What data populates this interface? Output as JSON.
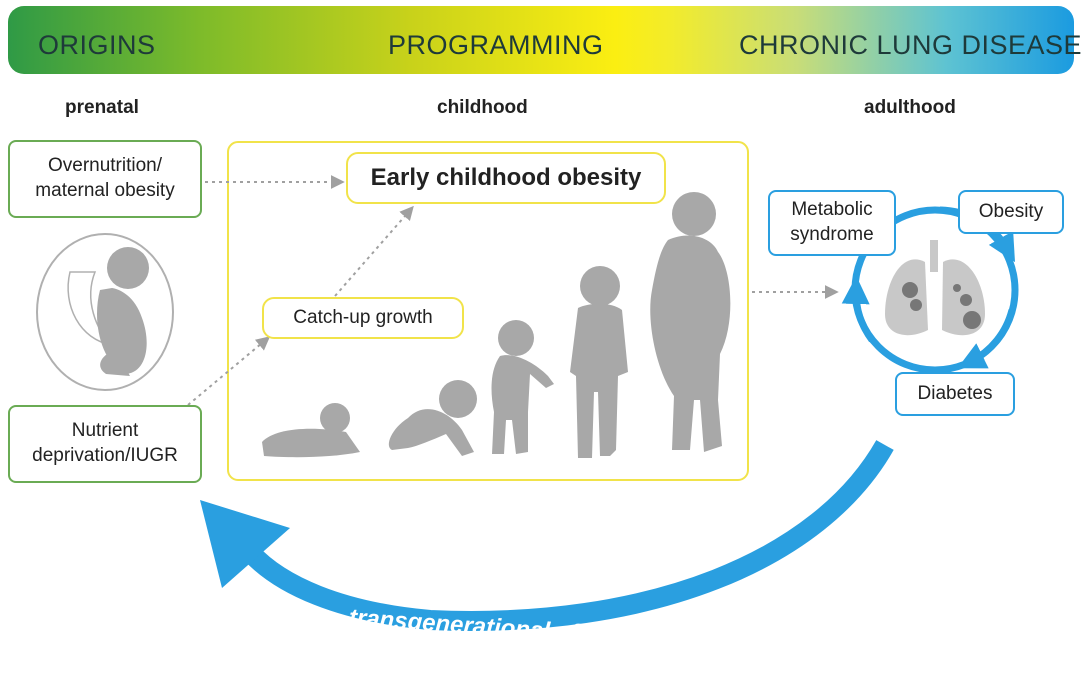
{
  "banner": {
    "origins": "ORIGINS",
    "programming": "PROGRAMMING",
    "disease": "CHRONIC LUNG DISEASE"
  },
  "stages": {
    "prenatal": "prenatal",
    "childhood": "childhood",
    "adulthood": "adulthood"
  },
  "prenatal": {
    "overnutrition": "Overnutrition/\nmaternal obesity",
    "nutrient": "Nutrient\ndeprivation/IUGR"
  },
  "childhood": {
    "obesity": "Early childhood obesity",
    "catchup": "Catch-up growth"
  },
  "adulthood": {
    "metabolic": "Metabolic\nsyndrome",
    "obesity": "Obesity",
    "diabetes": "Diabetes"
  },
  "transgenerational": "transgenerational effect",
  "colors": {
    "green": "#6aab54",
    "yellow": "#f1e34a",
    "blue": "#2a9fe0",
    "silhouette": "#a8a8a8"
  }
}
